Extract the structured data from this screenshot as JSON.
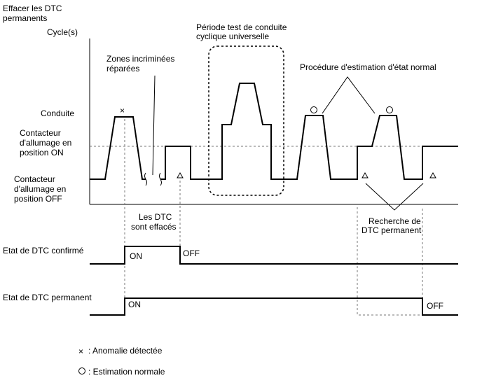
{
  "title": "Effacer les DTC permanents",
  "labels": {
    "title_line1": "Effacer les DTC",
    "title_line2": "permanents",
    "y_axis": "Cycle(s)",
    "conduite": "Conduite",
    "ign_on_1": "Contacteur",
    "ign_on_2": "d'allumage en",
    "ign_on_3": "position ON",
    "ign_off_1": "Contacteur",
    "ign_off_2": "d'allumage en",
    "ign_off_3": "position OFF",
    "zones_1": "Zones incriminées",
    "zones_2": "réparées",
    "periode_1": "Période test de conduite",
    "periode_2": "cyclique universelle",
    "procedure": "Procédure d'estimation d'état normal",
    "dtc_erased_1": "Les DTC",
    "dtc_erased_2": "sont effacés",
    "recherche_1": "Recherche de",
    "recherche_2": "DTC permanent",
    "confirmed_label": "Etat de DTC confirmé",
    "confirmed_on": "ON",
    "confirmed_off": "OFF",
    "permanent_label": "Etat de DTC permanent",
    "permanent_on": "ON",
    "permanent_off": "OFF"
  },
  "legend": {
    "cross_symbol": "×",
    "cross_text": ": Anomalie détectée",
    "circle_text": ": Estimation normale"
  }
}
